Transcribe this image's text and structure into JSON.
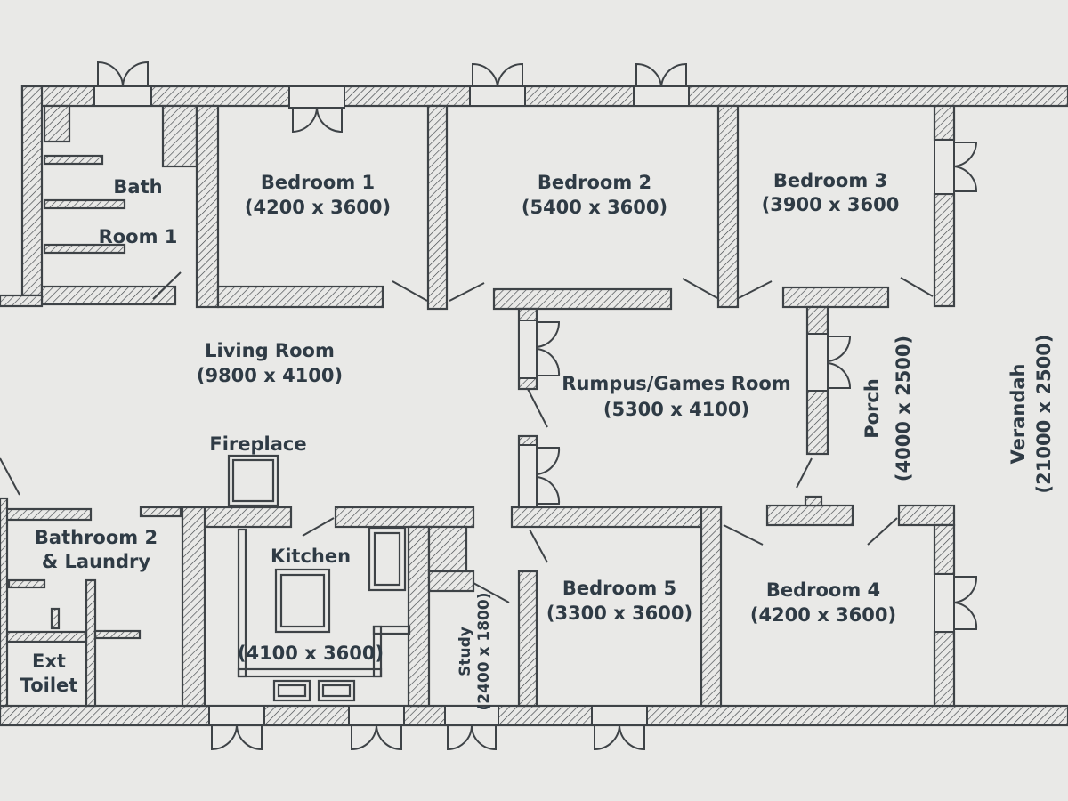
{
  "rooms": {
    "bath_room_1": {
      "line1": "Bath",
      "line2": "Room 1"
    },
    "bedroom_1": {
      "name": "Bedroom 1",
      "size": "(4200 x 3600)"
    },
    "bedroom_2": {
      "name": "Bedroom 2",
      "size": "(5400 x 3600)"
    },
    "bedroom_3": {
      "name": "Bedroom 3",
      "size": "(3900 x 3600"
    },
    "living_room": {
      "name": "Living Room",
      "size": "(9800 x 4100)"
    },
    "rumpus": {
      "name": "Rumpus/Games Room",
      "size": "(5300 x 4100)"
    },
    "porch": {
      "name": "Porch",
      "size": "(4000 x 2500)"
    },
    "verandah": {
      "name": "Verandah",
      "size": "(21000 x 2500)"
    },
    "fireplace": {
      "name": "Fireplace"
    },
    "bathroom_2": {
      "line1": "Bathroom 2",
      "line2": "& Laundry"
    },
    "ext_toilet": {
      "line1": "Ext",
      "line2": "Toilet"
    },
    "kitchen": {
      "name": "Kitchen",
      "size": "(4100 x 3600)"
    },
    "study": {
      "name": "Study",
      "size": "(2400 x 1800)"
    },
    "bedroom_5": {
      "name": "Bedroom 5",
      "size": "(3300 x 3600)"
    },
    "bedroom_4": {
      "name": "Bedroom 4",
      "size": "(4200 x 3600)"
    }
  }
}
